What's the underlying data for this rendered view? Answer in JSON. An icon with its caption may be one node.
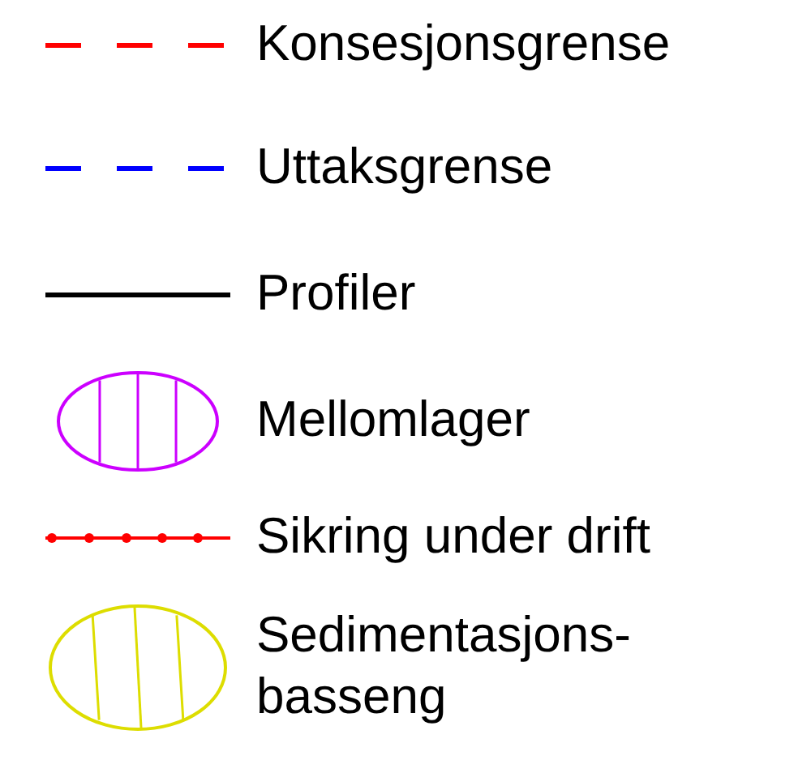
{
  "diagram": {
    "legend": [
      {
        "text": "Konsesjonsgrense"
      },
      {
        "text": "Uttaksgrense"
      },
      {
        "text": "Profiler"
      },
      {
        "text": "Mellomlager"
      },
      {
        "text": "Sikring under drift"
      },
      {
        "text": "Sedimentasjons- basseng"
      }
    ]
  }
}
